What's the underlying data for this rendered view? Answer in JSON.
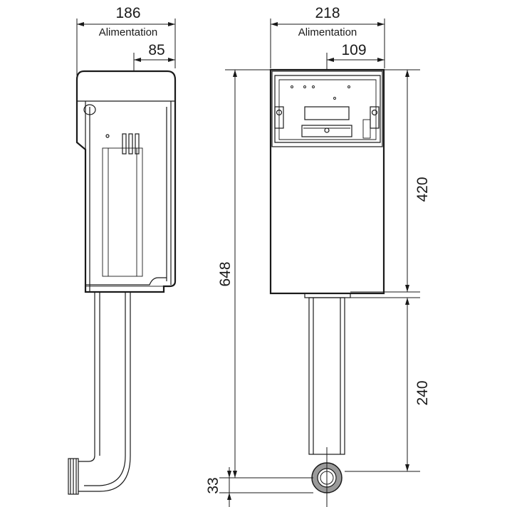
{
  "side_view": {
    "width_total": "186",
    "width_total_label": "Alimentation",
    "width_inlet": "85"
  },
  "front_view": {
    "width_total": "218",
    "width_total_label": "Alimentation",
    "width_inlet": "109",
    "height_total": "648",
    "height_tank": "420",
    "height_pipe": "240",
    "pipe_diameter": "33"
  }
}
